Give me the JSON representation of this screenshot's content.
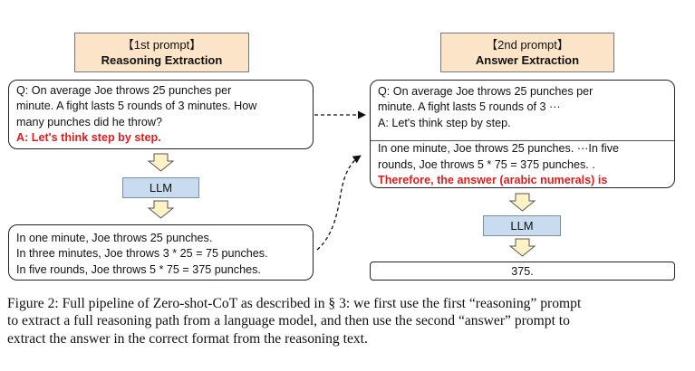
{
  "prompt1": {
    "tag": "【1st prompt】",
    "title": "Reasoning Extraction"
  },
  "prompt2": {
    "tag": "【2nd prompt】",
    "title": "Answer Extraction"
  },
  "left": {
    "question_lines": [
      "Q: On average Joe throws 25 punches per",
      "minute.  A fight lasts 5 rounds of 3 minutes.  How",
      "many punches did he throw?"
    ],
    "trigger": "A: Let's think step by step.",
    "llm": "LLM",
    "output_lines": [
      "In one minute, Joe throws 25 punches.",
      "In three minutes, Joe throws 3 * 25 = 75 punches.",
      "In five rounds, Joe throws 5 * 75 = 375 punches."
    ]
  },
  "right": {
    "context_lines": [
      "Q: On average Joe throws 25 punches per",
      "minute.  A fight lasts 5 rounds of 3 ···",
      "A: Let's think step by step."
    ],
    "reasoning_lines": [
      "In one minute, Joe throws 25 punches. ···In five",
      "rounds, Joe throws 5 * 75 = 375 punches. ."
    ],
    "answer_trigger": "Therefore, the answer (arabic numerals) is",
    "llm": "LLM",
    "answer": "375."
  },
  "caption": {
    "lines": [
      "Figure 2: Full pipeline of Zero-shot-CoT as described in § 3: we first use the first “reasoning” prompt",
      "to extract a full reasoning path from a language model, and then use the second “answer” prompt to",
      "extract the answer in the correct format from the reasoning text."
    ]
  },
  "colors": {
    "header_fill": "#fce4c8",
    "llm_fill": "#c9dcef",
    "trigger_red": "#e01c1c",
    "arrow_fill": "#fff2c4"
  }
}
